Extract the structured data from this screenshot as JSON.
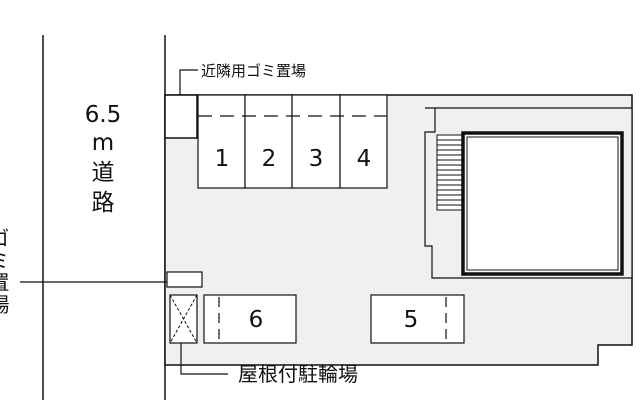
{
  "road": {
    "width": "6.5",
    "unit": "m",
    "label_1": "道",
    "label_2": "路"
  },
  "garbage_area": {
    "label": "ゴミ置場"
  },
  "neighbor_garbage": {
    "label": "近隣用ゴミ置場"
  },
  "bicycle_parking": {
    "label": "屋根付駐輪場"
  },
  "parking_spaces": {
    "space_1": "1",
    "space_2": "2",
    "space_3": "3",
    "space_4": "4",
    "space_5": "5",
    "space_6": "6"
  },
  "colors": {
    "lot_fill": "#f0f0f0",
    "line": "#111111",
    "space_fill": "#ffffff"
  }
}
